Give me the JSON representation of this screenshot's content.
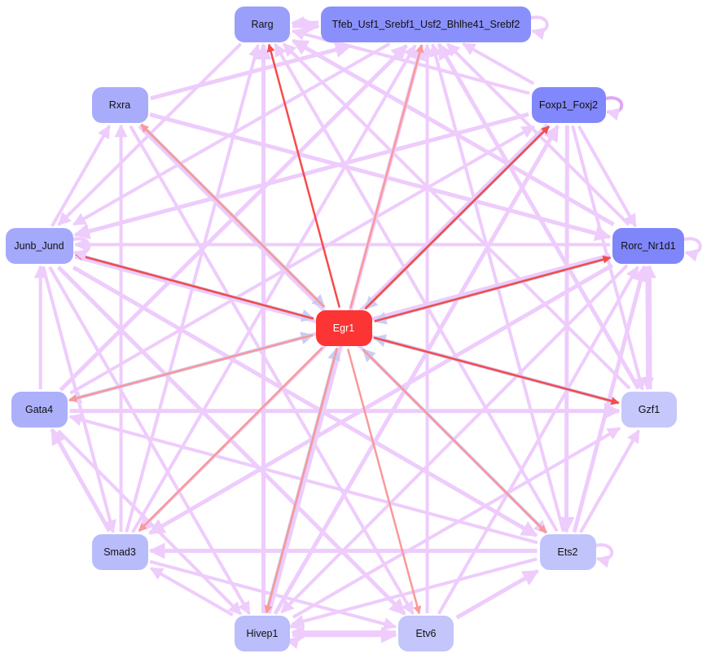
{
  "graph": {
    "nodes": [
      {
        "id": "Rarg",
        "label": "Rarg",
        "color": "#9a9ffb"
      },
      {
        "id": "Tfeb",
        "label": "Tfeb_Usf1_Srebf1_Usf2_Bhlhe41_Srebf2",
        "color": "#8a90fb"
      },
      {
        "id": "Rxra",
        "label": "Rxra",
        "color": "#a8acfb"
      },
      {
        "id": "Foxp1",
        "label": "Foxp1_Foxj2",
        "color": "#8188fb"
      },
      {
        "id": "Junb",
        "label": "Junb_Jund",
        "color": "#a5a9fb"
      },
      {
        "id": "Rorc",
        "label": "Rorc_Nr1d1",
        "color": "#7f86fa"
      },
      {
        "id": "Egr1",
        "label": "Egr1",
        "color": "#fc3434",
        "text_color": "#ffffff"
      },
      {
        "id": "Gata4",
        "label": "Gata4",
        "color": "#acb0fb"
      },
      {
        "id": "Gzf1",
        "label": "Gzf1",
        "color": "#c6c8fb"
      },
      {
        "id": "Smad3",
        "label": "Smad3",
        "color": "#b9bcfb"
      },
      {
        "id": "Ets2",
        "label": "Ets2",
        "color": "#c1c4fb"
      },
      {
        "id": "Hivep1",
        "label": "Hivep1",
        "color": "#bbbefb"
      },
      {
        "id": "Etv6",
        "label": "Etv6",
        "color": "#c3c5fb"
      }
    ],
    "edge_colors": {
      "regulatory": "#eeccfc",
      "strong": "#dca8f6",
      "egr1_out": "#f74a4a",
      "egr1_out_weak": "#fb9898",
      "egr1_in": "#c9cdf6"
    },
    "self_loops": [
      "Tfeb",
      "Foxp1",
      "Junb",
      "Rorc",
      "Ets2",
      "Hivep1"
    ],
    "edges": [
      [
        "Rarg",
        "Tfeb"
      ],
      [
        "Tfeb",
        "Rarg"
      ],
      [
        "Foxp1",
        "Rarg"
      ],
      [
        "Rxra",
        "Tfeb"
      ],
      [
        "Foxp1",
        "Tfeb"
      ],
      [
        "Rorc",
        "Tfeb"
      ],
      [
        "Gzf1",
        "Tfeb"
      ],
      [
        "Ets2",
        "Tfeb"
      ],
      [
        "Etv6",
        "Tfeb"
      ],
      [
        "Hivep1",
        "Tfeb"
      ],
      [
        "Smad3",
        "Tfeb"
      ],
      [
        "Tfeb",
        "Junb"
      ],
      [
        "Gata4",
        "Tfeb"
      ],
      [
        "Rarg",
        "Junb"
      ],
      [
        "Smad3",
        "Rarg"
      ],
      [
        "Hivep1",
        "Rarg"
      ],
      [
        "Ets2",
        "Rarg"
      ],
      [
        "Gzf1",
        "Rarg"
      ],
      [
        "Rorc",
        "Rarg"
      ],
      [
        "Junb",
        "Rxra"
      ],
      [
        "Smad3",
        "Rxra"
      ],
      [
        "Rxra",
        "Rorc"
      ],
      [
        "Rxra",
        "Etv6"
      ],
      [
        "Rxra",
        "Ets2"
      ],
      [
        "Foxp1",
        "Junb"
      ],
      [
        "Gata4",
        "Foxp1"
      ],
      [
        "Foxp1",
        "Smad3"
      ],
      [
        "Hivep1",
        "Foxp1"
      ],
      [
        "Foxp1",
        "Rorc"
      ],
      [
        "Foxp1",
        "Gzf1"
      ],
      [
        "Foxp1",
        "Ets2"
      ],
      [
        "Rorc",
        "Junb"
      ],
      [
        "Junb",
        "Gzf1"
      ],
      [
        "Junb",
        "Ets2"
      ],
      [
        "Junb",
        "Smad3"
      ],
      [
        "Junb",
        "Hivep1"
      ],
      [
        "Junb",
        "Etv6"
      ],
      [
        "Gata4",
        "Junb"
      ],
      [
        "Rorc",
        "Gata4"
      ],
      [
        "Rorc",
        "Smad3"
      ],
      [
        "Rorc",
        "Hivep1"
      ],
      [
        "Etv6",
        "Rorc"
      ],
      [
        "Ets2",
        "Rorc"
      ],
      [
        "Gzf1",
        "Rorc"
      ],
      [
        "Rorc",
        "Gzf1"
      ],
      [
        "Gata4",
        "Gzf1"
      ],
      [
        "Ets2",
        "Gata4"
      ],
      [
        "Gata4",
        "Hivep1"
      ],
      [
        "Smad3",
        "Gata4"
      ],
      [
        "Hivep1",
        "Gzf1"
      ],
      [
        "Ets2",
        "Gzf1"
      ],
      [
        "Ets2",
        "Smad3"
      ],
      [
        "Smad3",
        "Etv6"
      ],
      [
        "Hivep1",
        "Smad3"
      ],
      [
        "Hivep1",
        "Etv6"
      ],
      [
        "Etv6",
        "Hivep1"
      ],
      [
        "Ets2",
        "Hivep1"
      ],
      [
        "Etv6",
        "Ets2"
      ]
    ],
    "egr1_targets": [
      "Rarg",
      "Tfeb",
      "Foxp1",
      "Rorc",
      "Gzf1",
      "Ets2",
      "Etv6",
      "Hivep1",
      "Smad3",
      "Gata4",
      "Junb",
      "Rxra"
    ],
    "egr1_sources": [
      "Rxra",
      "Foxp1",
      "Rorc",
      "Gzf1",
      "Ets2",
      "Hivep1",
      "Junb",
      "Gata4"
    ]
  }
}
